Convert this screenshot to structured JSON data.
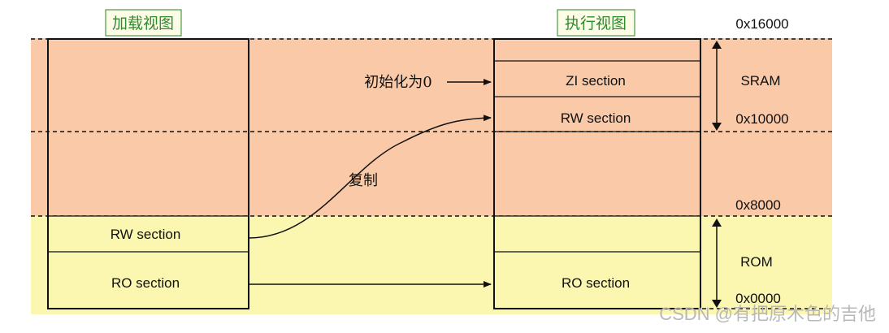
{
  "colors": {
    "sram_region": "#f9c9a8",
    "rom_region": "#fbf6b0",
    "box_fill": "#fbf6b0",
    "view_title": "#2e8b2e",
    "view_title_bg": "#fdfce6",
    "line": "#111111",
    "watermark": "#b8b8b8"
  },
  "load_view": {
    "title": "加载视图",
    "rw_label": "RW section",
    "ro_label": "RO section"
  },
  "exec_view": {
    "title": "执行视图",
    "zi_label": "ZI section",
    "rw_label": "RW section",
    "ro_label": "RO section"
  },
  "addresses": {
    "top": "0x16000",
    "sram_base": "0x10000",
    "rom_top": "0x8000",
    "rom_base": "0x0000"
  },
  "regions": {
    "sram": "SRAM",
    "rom": "ROM"
  },
  "annotations": {
    "zero_init": "初始化为0",
    "copy": "复制"
  },
  "watermark": "CSDN @有把原木色的吉他"
}
